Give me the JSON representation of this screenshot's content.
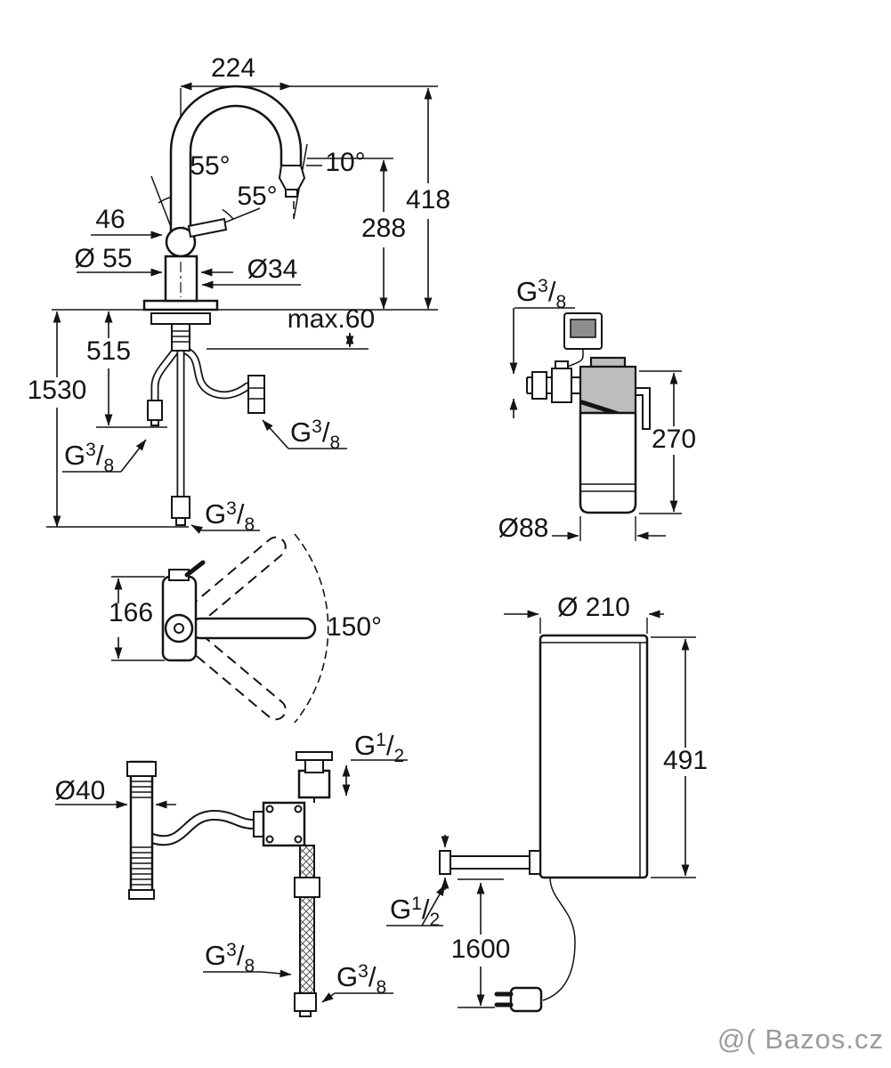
{
  "labels": {
    "g38": {
      "base": "G",
      "sup": "3",
      "slash": "/",
      "sub": "8"
    },
    "g12": {
      "base": "G",
      "sup": "1",
      "slash": "/",
      "sub": "2"
    }
  },
  "faucet_side_view": {
    "spout_reach": "224",
    "spout_angle": "10°",
    "handle_angle_upper": "55°",
    "handle_angle_lower": "55°",
    "handle_offset": "46",
    "body_diameter": "Ø 55",
    "shank_diameter": "Ø34",
    "height_total": "418",
    "height_outlet": "288",
    "deck_thickness": "max.60",
    "hose_length_short": "515",
    "hose_length_long": "1530"
  },
  "filter_view": {
    "height": "270",
    "diameter": "Ø88"
  },
  "top_view": {
    "depth": "166",
    "swivel_angle": "150°"
  },
  "connection_view": {
    "pipe_diameter": "Ø40"
  },
  "boiler_view": {
    "diameter": "Ø 210",
    "height": "491",
    "cord_length": "1600"
  },
  "watermark": {
    "text": "@( Bazos.cz"
  }
}
